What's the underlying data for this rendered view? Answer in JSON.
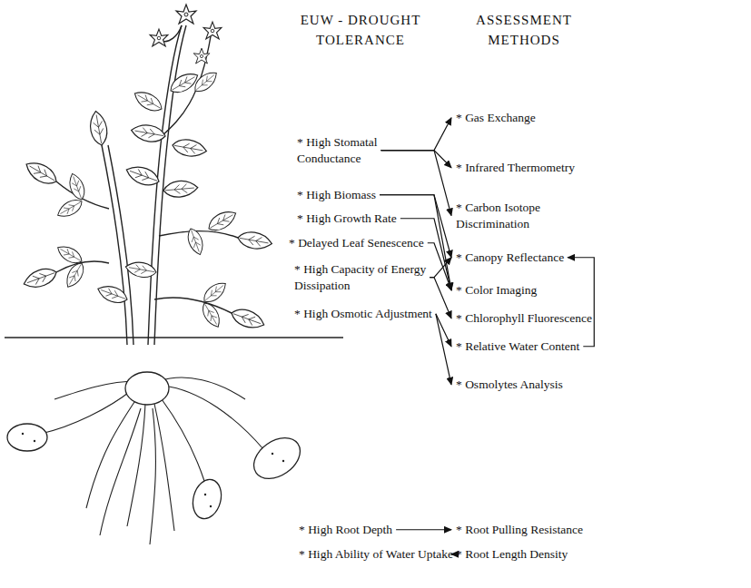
{
  "diagram": {
    "nodes": [
      {
        "text": [
          "* High Stomatal Conductance"
        ]
      },
      {
        "text": [
          "* High Biomass"
        ]
      },
      {
        "text": [
          "* High Growth Rate"
        ]
      },
      {
        "text": [
          "* Delayed Leaf Senescence"
        ]
      },
      {
        "text": [
          "* High Capacity of Energy Dissipation"
        ]
      },
      {
        "text": [
          "* High Osmotic Adjustment"
        ]
      },
      {
        "text": [
          "* High Root Depth"
        ]
      },
      {
        "text": [
          "* High Ability of Water Uptake"
        ]
      },
      {
        "text": [
          "* Gas Exchange"
        ]
      },
      {
        "text": [
          "* Infrared Thermometry"
        ]
      },
      {
        "text": [
          "* Carbon Isotope Discrimination"
        ]
      },
      {
        "text": [
          "* Canopy Reflectance"
        ]
      },
      {
        "text": [
          "* Color Imaging"
        ]
      },
      {
        "text": [
          "* Chlorophyll Fluorescence"
        ]
      },
      {
        "text": [
          "* Relative Water Content"
        ]
      },
      {
        "text": [
          "* Osmolytes Analysis"
        ]
      },
      {
        "text": [
          "* Root Pulling Resistance"
        ]
      },
      {
        "text": [
          "* Root Length Density"
        ]
      }
    ],
    "edges": [
      {
        "from": 0,
        "to": 8,
        "arrow": "to"
      },
      {
        "from": 0,
        "to": 9,
        "arrow": "to"
      },
      {
        "from": 0,
        "to": 10,
        "arrow": "to"
      },
      {
        "from": 1,
        "to": 11,
        "arrow": "to"
      },
      {
        "from": 1,
        "to": 12,
        "arrow": "to"
      },
      {
        "from": 2,
        "to": 12,
        "arrow": "to"
      },
      {
        "from": 3,
        "to": 12,
        "arrow": "to"
      },
      {
        "from": 4,
        "to": 11,
        "arrow": "to"
      },
      {
        "from": 4,
        "to": 13,
        "arrow": "to"
      },
      {
        "from": 5,
        "to": 14,
        "arrow": "to"
      },
      {
        "from": 5,
        "to": 15,
        "arrow": "to"
      },
      {
        "from": 14,
        "to": 11,
        "arrow": "to"
      },
      {
        "from": 6,
        "to": 16,
        "arrow": "to"
      },
      {
        "from": 7,
        "to": 17,
        "arrow": "to"
      }
    ],
    "labels": [
      "EUW - DROUGHT TOLERANCE",
      "ASSESSMENT METHODS"
    ]
  }
}
